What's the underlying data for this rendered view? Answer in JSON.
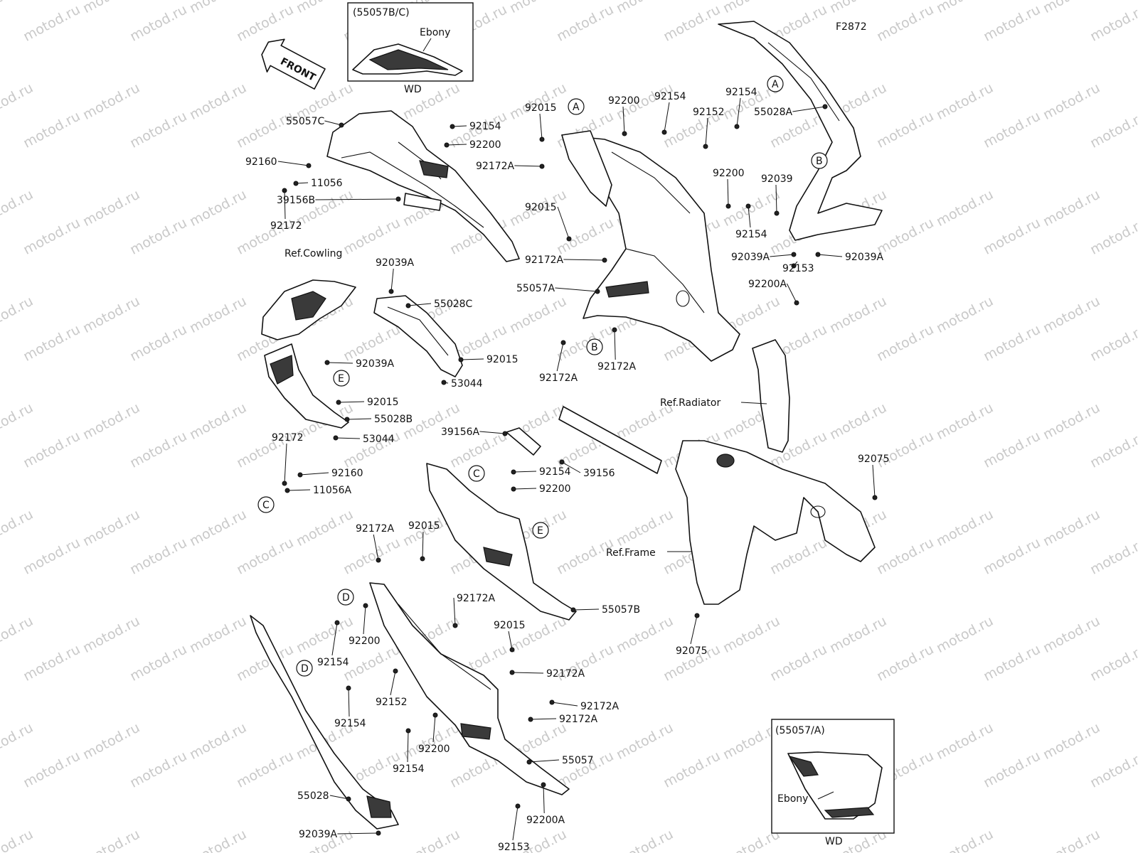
{
  "figure_code": "F2872",
  "front_arrow": "FRONT",
  "watermark": "motod.ru",
  "insets": {
    "top": {
      "title": "(55057B/C)",
      "label": "Ebony",
      "caption": "WD"
    },
    "bottom": {
      "title": "(55057/A)",
      "label": "Ebony",
      "caption": "WD"
    }
  },
  "ref_labels": {
    "cowling": "Ref.Cowling",
    "radiator": "Ref.Radiator",
    "frame": "Ref.Frame"
  },
  "circle_refs": [
    "A",
    "A",
    "B",
    "B",
    "C",
    "C",
    "D",
    "D",
    "E",
    "E"
  ],
  "part_labels": [
    "55057C",
    "92160",
    "11056",
    "39156B",
    "92172",
    "92154",
    "92200",
    "92172A",
    "92015",
    "92200",
    "92154",
    "92152",
    "92154",
    "55028A",
    "92015",
    "92200",
    "92039",
    "92154",
    "92172A",
    "92039A",
    "92039A",
    "92153",
    "55057A",
    "92200A",
    "92172A",
    "92172A",
    "92039A",
    "55028C",
    "92015",
    "53044",
    "92039A",
    "92015",
    "55028B",
    "53044",
    "92172",
    "92160",
    "11056A",
    "39156A",
    "39156",
    "92154",
    "92200",
    "92172A",
    "92015",
    "92075",
    "92172A",
    "55057B",
    "92200",
    "92154",
    "92015",
    "92172A",
    "92152",
    "92154",
    "92172A",
    "92172A",
    "92200",
    "92154",
    "55057",
    "55028",
    "92039A",
    "92153",
    "92200A",
    "92075"
  ]
}
